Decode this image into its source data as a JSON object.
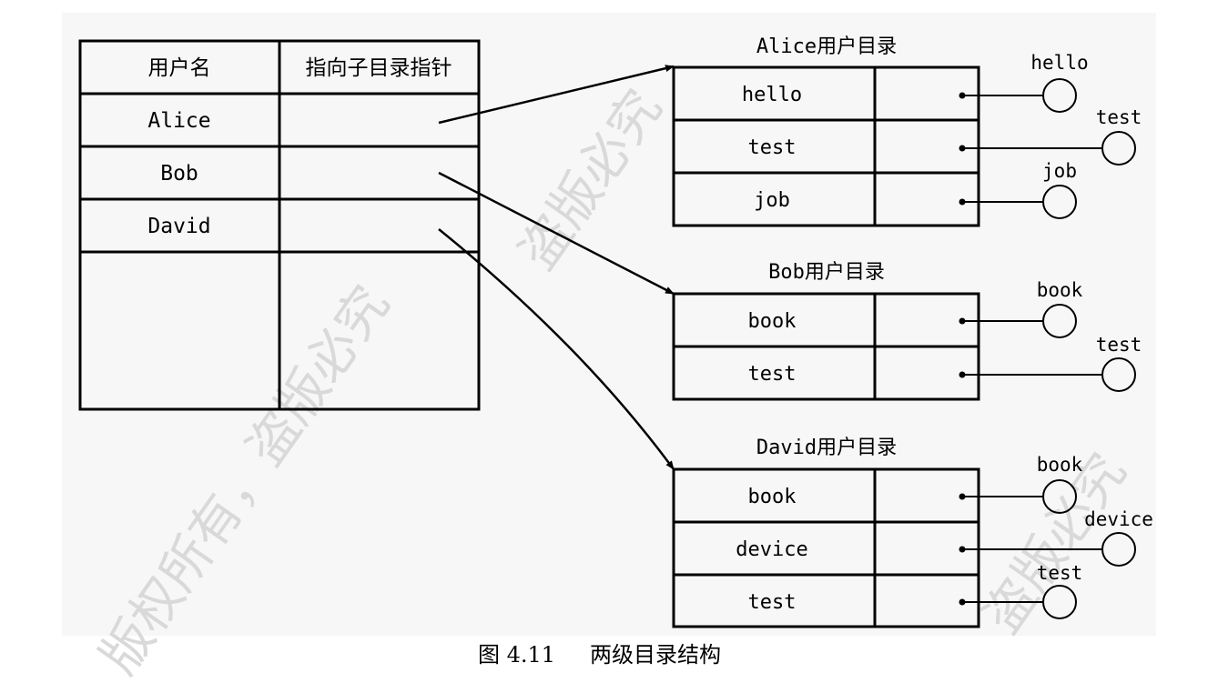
{
  "mfd": {
    "headers": [
      "用户名",
      "指向子目录指针"
    ],
    "users": [
      "Alice",
      "Bob",
      "David"
    ]
  },
  "ufds": [
    {
      "title": "Alice用户目录",
      "files": [
        "hello",
        "test",
        "job"
      ],
      "file_labels": [
        "hello",
        "test",
        "job"
      ]
    },
    {
      "title": "Bob用户目录",
      "files": [
        "book",
        "test"
      ],
      "file_labels": [
        "book",
        "test"
      ]
    },
    {
      "title": "David用户目录",
      "files": [
        "book",
        "device",
        "test"
      ],
      "file_labels": [
        "book",
        "device",
        "test"
      ]
    }
  ],
  "caption": {
    "figure_no": "图 4.11",
    "text": "两级目录结构"
  },
  "watermark": {
    "texts": [
      "盗版必究",
      "版权所有，盗版必究",
      "盗版必究"
    ],
    "color": "#d9d9d9"
  },
  "colors": {
    "stroke": "#000000",
    "background_panel": "#f7f7f7"
  }
}
